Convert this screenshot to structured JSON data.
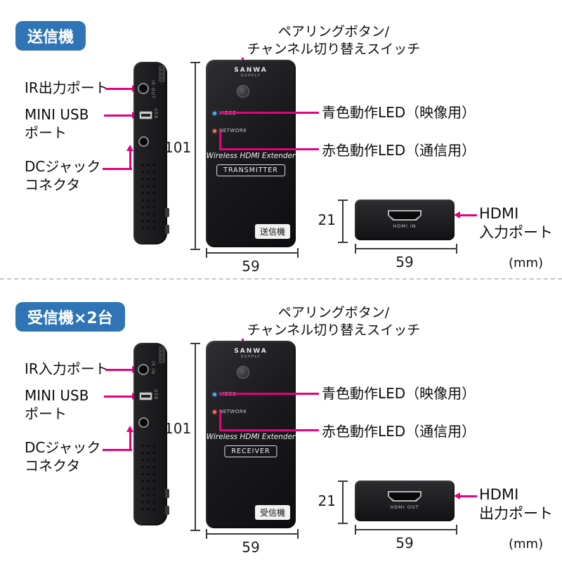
{
  "colors": {
    "pink": "#e4007f",
    "blue": "#2f74b5"
  },
  "sections": [
    {
      "badge": "送信機",
      "pairing_line1": "ペアリングボタン/",
      "pairing_line2": "チャンネル切り替えスイッチ",
      "ir_label": "IR出力ポート",
      "usb_label_line1": "MINI USB",
      "usb_label_line2": "ポート",
      "dc_label_line1": "DCジャック",
      "dc_label_line2": "コネクタ",
      "blue_led_label": "青色動作LED（映像用）",
      "red_led_label": "赤色動作LED（通信用）",
      "dim_height": "101",
      "dim_width": "59",
      "dim_hdmi_height": "21",
      "dim_hdmi_width": "59",
      "unit": "(mm)",
      "hdmi_label_line1": "HDMI",
      "hdmi_label_line2": "入力ポート",
      "hdmi_port_label": "HDMI IN",
      "side": {
        "usb": "USB",
        "ir": "IR OUT"
      },
      "device": {
        "brand_line1": "SANWA",
        "brand_line2": "SUPPLY",
        "led1": "VIDEO",
        "led2": "NETWORK",
        "product_name": "Wireless HDMI Extender",
        "type_badge": "TRANSMITTER",
        "corner_badge": "送信機"
      }
    },
    {
      "badge": "受信機×2台",
      "pairing_line1": "ペアリングボタン/",
      "pairing_line2": "チャンネル切り替えスイッチ",
      "ir_label": "IR入力ポート",
      "usb_label_line1": "MINI USB",
      "usb_label_line2": "ポート",
      "dc_label_line1": "DCジャック",
      "dc_label_line2": "コネクタ",
      "blue_led_label": "青色動作LED（映像用）",
      "red_led_label": "赤色動作LED（通信用）",
      "dim_height": "101",
      "dim_width": "59",
      "dim_hdmi_height": "21",
      "dim_hdmi_width": "59",
      "unit": "(mm)",
      "hdmi_label_line1": "HDMI",
      "hdmi_label_line2": "出力ポート",
      "hdmi_port_label": "HDMI OUT",
      "side": {
        "usb": "USB",
        "ir": "IR IN"
      },
      "device": {
        "brand_line1": "SANWA",
        "brand_line2": "SUPPLY",
        "led1": "VIDEO",
        "led2": "NETWORK",
        "product_name": "Wireless HDMI Extender",
        "type_badge": "RECEIVER",
        "corner_badge": "受信機"
      }
    }
  ]
}
